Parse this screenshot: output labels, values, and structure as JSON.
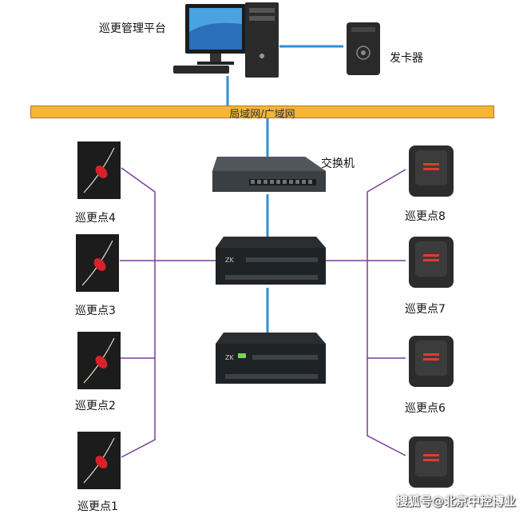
{
  "nodes": {
    "platform": "巡更管理平台",
    "card_issuer": "发卡器",
    "network": "局域网/广域网",
    "switch": "交换机"
  },
  "left_points": [
    "巡更点4",
    "巡更点3",
    "巡更点2",
    "巡更点1"
  ],
  "right_points": [
    "巡更点8",
    "巡更点7",
    "巡更点6"
  ],
  "watermark": "搜狐号@北京中控博业",
  "colors": {
    "bus": "#f5b43a",
    "wire_blue": "#2f8fd0",
    "wire_purple": "#7a3d9a"
  }
}
